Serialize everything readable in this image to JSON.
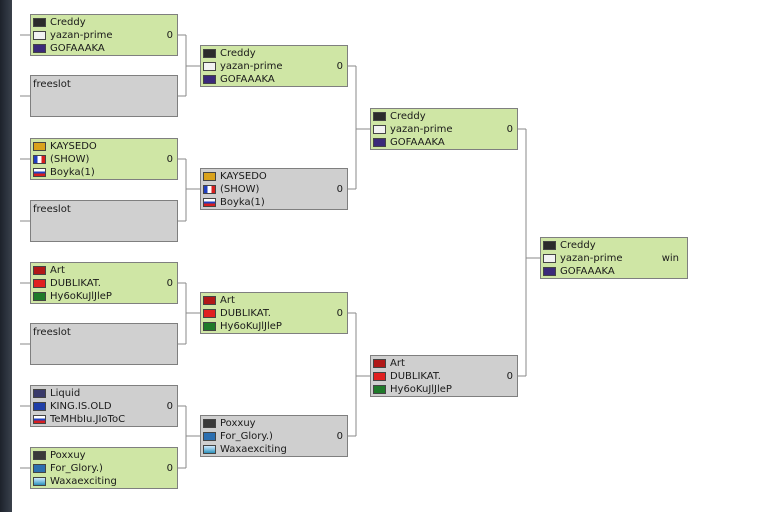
{
  "bracket": {
    "matches": [
      {
        "status": "win",
        "score": "0",
        "players": [
          {
            "name": "Creddy",
            "icon": "dark-dragon-icon"
          },
          {
            "name": "yazan-prime",
            "icon": "white-mask-icon"
          },
          {
            "name": "GOFAAAKA",
            "icon": "purple-crest-icon"
          }
        ]
      },
      {
        "status": "free",
        "label": "freeslot"
      },
      {
        "status": "win",
        "score": "0",
        "players": [
          {
            "name": "KAYSEDO",
            "icon": "crown-icon"
          },
          {
            "name": "(SHOW)",
            "icon": "france-flag-icon"
          },
          {
            "name": "Boyka(1)",
            "icon": "russia-flag-icon"
          }
        ]
      },
      {
        "status": "free",
        "label": "freeslot"
      },
      {
        "status": "win",
        "score": "0",
        "players": [
          {
            "name": "Art",
            "icon": "red-creature-icon"
          },
          {
            "name": "DUBLIKAT.",
            "icon": "red-logo-icon"
          },
          {
            "name": "Hy6oKuJlJleP",
            "icon": "green-grid-icon"
          }
        ]
      },
      {
        "status": "free",
        "label": "freeslot"
      },
      {
        "status": "lose",
        "score": "0",
        "players": [
          {
            "name": "Liquid",
            "icon": "liquid-logo-icon"
          },
          {
            "name": "KING.IS.OLD",
            "icon": "eu-flag-icon"
          },
          {
            "name": "TeMHbIu.JIoToC",
            "icon": "russia-flag-icon"
          }
        ]
      },
      {
        "status": "win",
        "score": "0",
        "players": [
          {
            "name": "Poxxuy",
            "icon": "white-dog-icon"
          },
          {
            "name": "For_Glory.)",
            "icon": "blue-cross-icon"
          },
          {
            "name": "Waxaexciting",
            "icon": "wave-icon"
          }
        ]
      },
      {
        "status": "win",
        "score": "0",
        "players": [
          {
            "name": "Creddy",
            "icon": "dark-dragon-icon"
          },
          {
            "name": "yazan-prime",
            "icon": "white-mask-icon"
          },
          {
            "name": "GOFAAAKA",
            "icon": "purple-crest-icon"
          }
        ]
      },
      {
        "status": "lose",
        "score": "0",
        "players": [
          {
            "name": "KAYSEDO",
            "icon": "crown-icon"
          },
          {
            "name": "(SHOW)",
            "icon": "france-flag-icon"
          },
          {
            "name": "Boyka(1)",
            "icon": "russia-flag-icon"
          }
        ]
      },
      {
        "status": "win",
        "score": "0",
        "players": [
          {
            "name": "Art",
            "icon": "red-creature-icon"
          },
          {
            "name": "DUBLIKAT.",
            "icon": "red-logo-icon"
          },
          {
            "name": "Hy6oKuJlJleP",
            "icon": "green-grid-icon"
          }
        ]
      },
      {
        "status": "lose",
        "score": "0",
        "players": [
          {
            "name": "Poxxuy",
            "icon": "white-dog-icon"
          },
          {
            "name": "For_Glory.)",
            "icon": "blue-cross-icon"
          },
          {
            "name": "Waxaexciting",
            "icon": "wave-icon"
          }
        ]
      },
      {
        "status": "win",
        "score": "0",
        "players": [
          {
            "name": "Creddy",
            "icon": "dark-dragon-icon"
          },
          {
            "name": "yazan-prime",
            "icon": "white-mask-icon"
          },
          {
            "name": "GOFAAAKA",
            "icon": "purple-crest-icon"
          }
        ]
      },
      {
        "status": "lose",
        "score": "0",
        "players": [
          {
            "name": "Art",
            "icon": "red-creature-icon"
          },
          {
            "name": "DUBLIKAT.",
            "icon": "red-logo-icon"
          },
          {
            "name": "Hy6oKuJlJleP",
            "icon": "green-grid-icon"
          }
        ]
      },
      {
        "status": "win",
        "score": "win",
        "players": [
          {
            "name": "Creddy",
            "icon": "dark-dragon-icon"
          },
          {
            "name": "yazan-prime",
            "icon": "white-mask-icon"
          },
          {
            "name": "GOFAAAKA",
            "icon": "purple-crest-icon"
          }
        ]
      }
    ]
  },
  "colors": {
    "win_bg": "#cfe6a5",
    "lose_bg": "#cfcfcf",
    "free_bg": "#d0d0d0",
    "border": "#7f7f7f",
    "connector": "#8a8a8a"
  },
  "icon_colors": {
    "dark-dragon-icon": "#2b2b2b",
    "white-mask-icon": "#f2f2f2",
    "purple-crest-icon": "#3b2a7a",
    "crown-icon": "#d9a21c",
    "france-flag-icon": "linear-gradient(90deg,#1f3fbf 33%,#ffffff 33%,#ffffff 66%,#d61f1f 66%)",
    "russia-flag-icon": "linear-gradient(180deg,#ffffff 33%,#2040c0 33%,#2040c0 66%,#d61f1f 66%)",
    "red-creature-icon": "#b01818",
    "red-logo-icon": "#e02020",
    "green-grid-icon": "#1f7a2a",
    "liquid-logo-icon": "#3a3a6a",
    "eu-flag-icon": "#1f3ea8",
    "white-dog-icon": "#3a3a3a",
    "blue-cross-icon": "#2c6fb0",
    "wave-icon": "linear-gradient(180deg,#cfe9ff 0%,#7fc0e0 50%,#2c8fb8 100%)"
  }
}
